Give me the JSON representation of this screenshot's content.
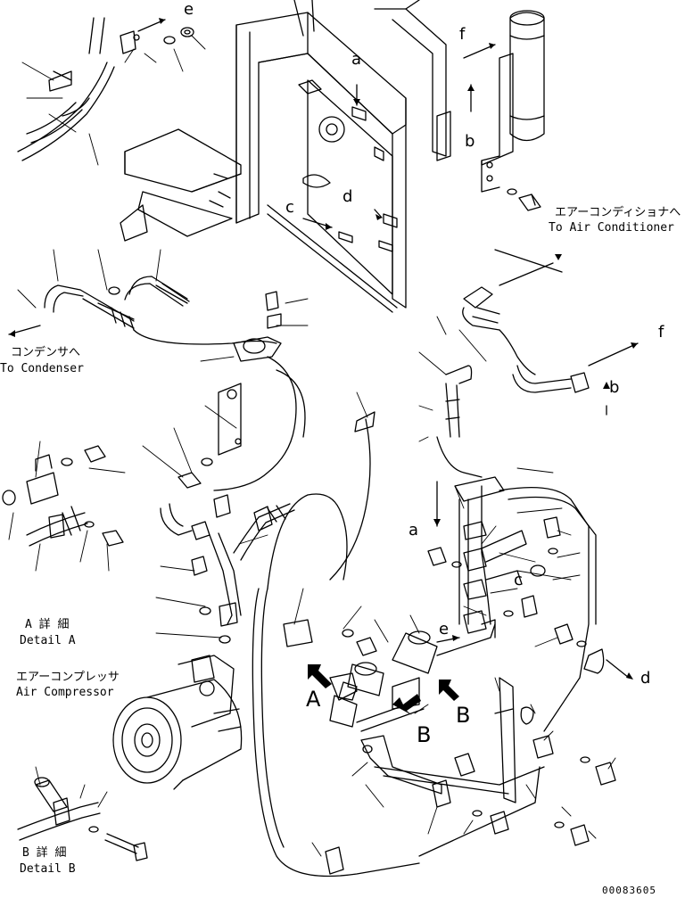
{
  "callouts": {
    "to_air_conditioner_jp": "エアーコンディショナへ",
    "to_air_conditioner_en": "To Air Conditioner",
    "to_condenser_jp": "コンデンサへ",
    "to_condenser_en": "To Condenser",
    "detail_a_jp": "A 詳 細",
    "detail_a_en": "Detail A",
    "air_compressor_jp": "エアーコンプレッサ",
    "air_compressor_en": "Air Compressor",
    "detail_b_jp": "B 詳 細",
    "detail_b_en": "Detail B"
  },
  "ref_letters": {
    "a_top": "a",
    "b_top": "b",
    "c_top": "c",
    "d_top": "d",
    "e_top": "e",
    "f_top": "f",
    "f_mid": "f",
    "b_mid": "b",
    "a_mid": "a",
    "c_mid": "c",
    "e_mid": "e",
    "d_mid": "d",
    "A_view": "A",
    "B_view_right": "B",
    "B_view_left": "B"
  },
  "drawing_number": "00083605"
}
